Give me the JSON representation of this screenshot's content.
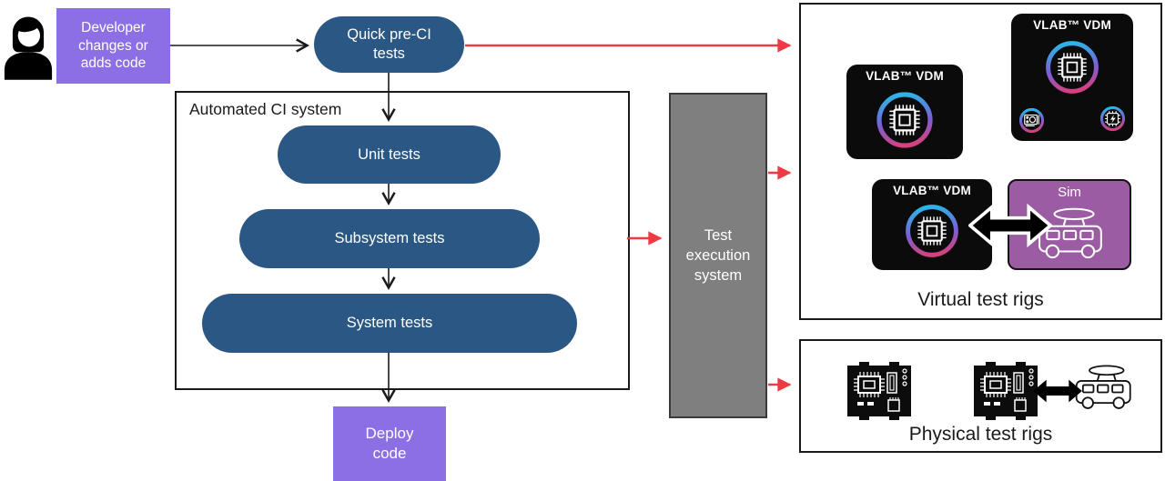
{
  "diagram": {
    "developer_box": "Developer changes or adds code",
    "quick_preci_tests": "Quick pre-CI tests",
    "automated_ci_label": "Automated CI system",
    "unit_tests": "Unit tests",
    "subsystem_tests": "Subsystem tests",
    "system_tests": "System tests",
    "deploy_code": "Deploy code",
    "test_execution_system": "Test execution system"
  },
  "virtual_rigs": {
    "caption": "Virtual test rigs",
    "vlab_box1_label": "VLAB™ VDM",
    "vlab_box2_label": "VLAB™ VDM",
    "vlab_box3_label": "VLAB™ VDM",
    "sim_label": "Sim"
  },
  "physical_rigs": {
    "caption": "Physical test rigs"
  },
  "colors": {
    "purple_box": "#8c6fe4",
    "dark_blue_pill": "#2a5783",
    "gray_box": "#7f7f7f",
    "sim_purple": "#9b5ca3",
    "red_arrow": "#ee3a43",
    "box_black": "#0b0b0b",
    "ring_gradient_top": "#2ab6e8",
    "ring_gradient_bottom": "#d6407e"
  },
  "icons": {
    "person": "developer-avatar-icon",
    "chip_medallion": "microchip-medallion-icon",
    "gpu_badge": "gpu-card-icon",
    "bolt_badge": "power-chip-icon",
    "sim_vehicle": "autonomous-van-icon",
    "physical_vehicle": "vehicle-icon",
    "pcb": "circuit-board-icon",
    "double_arrow": "bidirectional-arrow-icon"
  }
}
